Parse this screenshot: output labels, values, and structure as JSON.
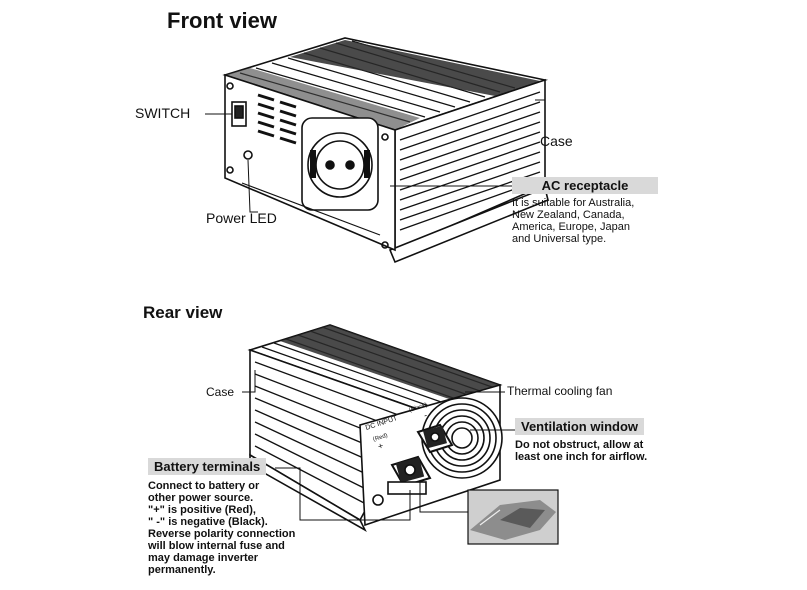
{
  "front": {
    "title": "Front view",
    "switch_label": "SWITCH",
    "power_led_label": "Power LED",
    "case_label": "Case",
    "ac_receptacle": {
      "heading": "AC receptacle",
      "lines": [
        "It is suitable for Australia,",
        "New Zealand, Canada,",
        "America, Europe, Japan",
        "and Universal type."
      ]
    }
  },
  "rear": {
    "title": "Rear view",
    "case_label": "Case",
    "fan_label": "Thermal cooling fan",
    "dc_input_label": "DC INPUT",
    "red_label": "(Red)",
    "black_label": "(Black)",
    "plus_sign": "+",
    "minus_sign": "-",
    "ventilation": {
      "heading": "Ventilation window",
      "lines": [
        "Do not obstruct, allow at",
        "least one inch for airflow."
      ]
    },
    "battery": {
      "heading": "Battery terminals",
      "lines": [
        "Connect to battery or",
        "other  power source.",
        "\"+\"  is positive (Red),",
        "\" -\"  is negative (Black).",
        "Reverse polarity connection",
        "will blow internal fuse and",
        "may damage inverter",
        "permanently."
      ]
    }
  }
}
